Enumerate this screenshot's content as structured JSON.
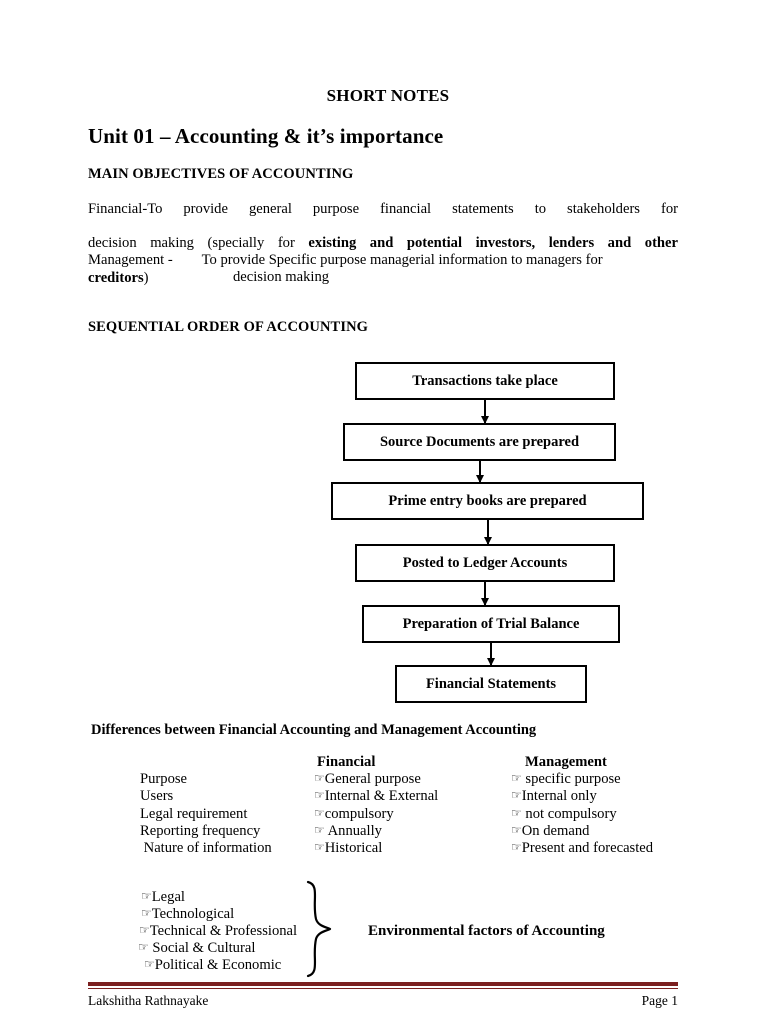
{
  "document": {
    "title": "SHORT NOTES",
    "unit_title": "Unit 01 – Accounting & it’s importance"
  },
  "objectives": {
    "heading": "MAIN OBJECTIVES OF ACCOUNTING",
    "financial_label": "Financial",
    "financial_dash": "-",
    "financial_text_1": "To provide general purpose financial statements to stakeholders for",
    "financial_text_2a": "decision   making (specially for ",
    "financial_text_2b": "existing and potential investors, lenders and other",
    "financial_text_3a": "creditors",
    "financial_text_3b": ")",
    "management_label": "Management",
    "management_dash": "-",
    "management_text_1": "To provide Specific purpose managerial information to managers for",
    "management_text_2": "decision making"
  },
  "sequential": {
    "heading": "SEQUENTIAL ORDER OF ACCOUNTING",
    "steps": [
      "Transactions take place",
      "Source Documents are prepared",
      "Prime entry books are prepared",
      "Posted to Ledger Accounts",
      "Preparation of Trial Balance",
      "Financial Statements"
    ]
  },
  "differences": {
    "heading": "Differences between Financial Accounting and Management Accounting",
    "col_financial": "Financial",
    "col_management": "Management",
    "bullet_glyph": "☞",
    "rows": [
      {
        "label": "Purpose",
        "financial": "General purpose",
        "management": " specific purpose"
      },
      {
        "label": "Users",
        "financial": "Internal & External",
        "management": "Internal only"
      },
      {
        "label": "Legal requirement",
        "financial": "compulsory",
        "management": " not compulsory"
      },
      {
        "label": "Reporting frequency",
        "financial": " Annually",
        "management": "On demand"
      },
      {
        "label": " Nature of information",
        "financial": "Historical",
        "management": "Present and forecasted"
      }
    ]
  },
  "environment": {
    "label": "Environmental factors of Accounting",
    "bullet_glyph": "☞",
    "items": [
      "Legal",
      "Technological",
      "Technical & Professional",
      " Social & Cultural",
      "Political & Economic"
    ]
  },
  "footer": {
    "author": "Lakshitha Rathnayake",
    "page": "Page 1",
    "rule_color": "#7b2020"
  }
}
